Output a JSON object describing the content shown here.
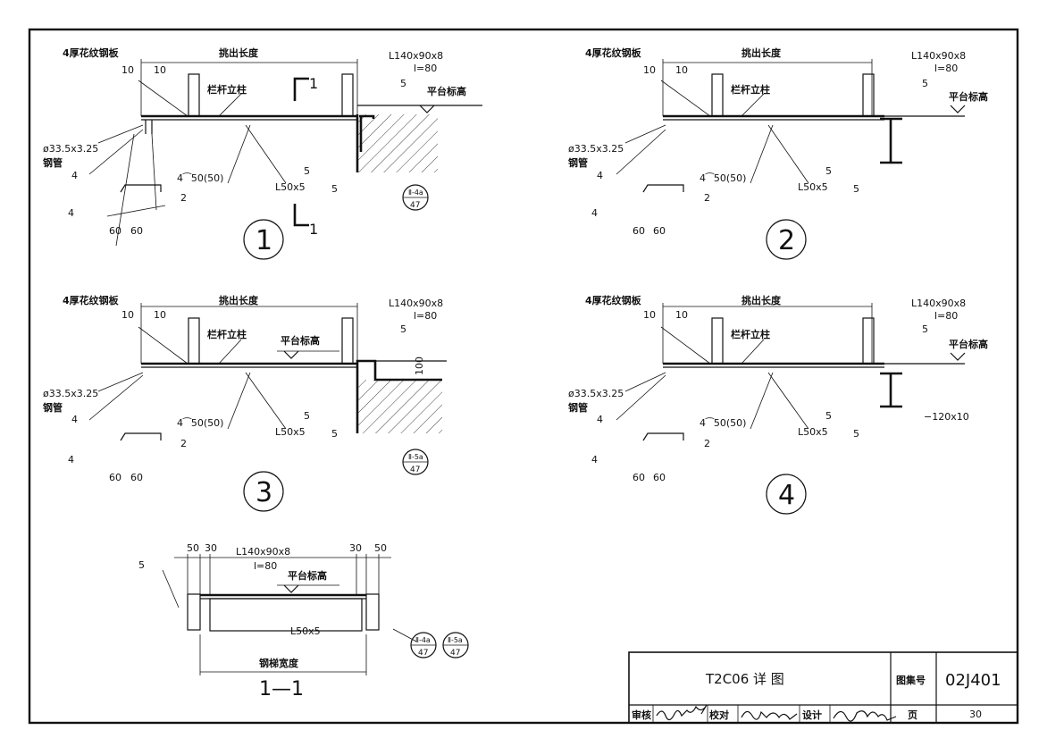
{
  "labels": {
    "plate": "4厚花纹钢板",
    "projection_length": "挑出长度",
    "angle_big": "L140x90x8",
    "angle_len": "l=80",
    "platform_level": "平台标高",
    "post": "栏杆立柱",
    "pipe_size": "ø33.5x3.25",
    "pipe": "钢管",
    "weld4": "4",
    "weld5": "5",
    "dim10": "10",
    "dim60": "60",
    "dim2": "2",
    "dim100": "100",
    "dim50": "50",
    "dim30": "30",
    "angle_small": "L50x5",
    "weld_450": "4⁀50(50)",
    "plate_strip": "−120x10",
    "section_mark": "1",
    "ref_a_top": "Ⅱ-4a",
    "ref_b_top": "Ⅱ-5a",
    "ref_page": "47",
    "stair_width": "钢梯宽度"
  },
  "details": [
    {
      "number": "1"
    },
    {
      "number": "2"
    },
    {
      "number": "3"
    },
    {
      "number": "4"
    }
  ],
  "section": {
    "title": "1—1"
  },
  "title_block": {
    "drawing_title": "T2C06  详  图",
    "atlas_label": "图集号",
    "atlas_no": "02J401",
    "review_label": "审核",
    "check_label": "校对",
    "design_label": "设计",
    "page_label": "页",
    "page_no": "30"
  }
}
